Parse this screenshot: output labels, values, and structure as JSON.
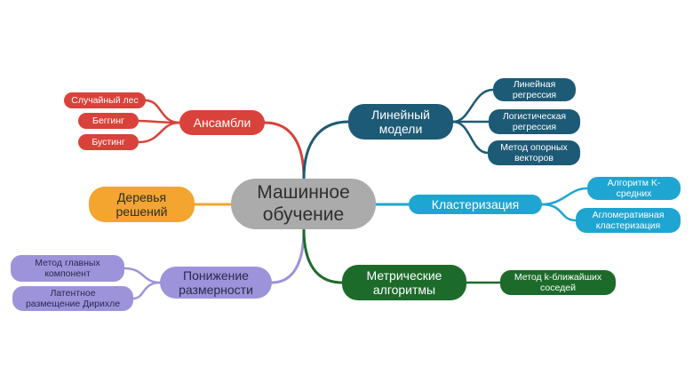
{
  "center": {
    "label": "Машинное\nобучение",
    "color": "#ababab"
  },
  "branches": {
    "ensembles": {
      "label": "Ансамбли",
      "color": "#d9423a",
      "leaves": [
        "Случайный лес",
        "Беггинг",
        "Бустинг"
      ]
    },
    "linear": {
      "label": "Линейный\nмодели",
      "color": "#1d5a75",
      "leaves": [
        "Линейная\nрегрессия",
        "Логистическая\nрегрессия",
        "Метод опорных\nвекторов"
      ]
    },
    "trees": {
      "label": "Деревья\nрешений",
      "color": "#f3a530",
      "leaves": []
    },
    "clustering": {
      "label": "Кластеризация",
      "color": "#1fa5d2",
      "leaves": [
        "Алгоритм K-\nсредних",
        "Агломеративная\nкластеризация"
      ]
    },
    "reduction": {
      "label": "Понижение\nразмерности",
      "color": "#9d93db",
      "leaves": [
        "Метод главных\nкомпонент",
        "Латентное\nразмещение Дирихле"
      ]
    },
    "metric": {
      "label": "Метрические\nалгоритмы",
      "color": "#1d6b2b",
      "leaves": [
        "Метод k-ближайших\nсоседей"
      ]
    }
  }
}
